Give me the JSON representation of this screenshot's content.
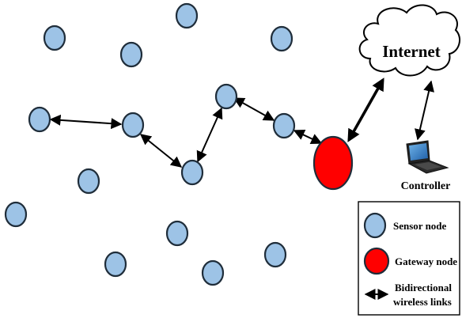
{
  "internet_label": "Internet",
  "controller_label": "Controller",
  "legend": {
    "sensor_label": "Sensor node",
    "gateway_label": "Gateway node",
    "link_label_line1": "Bidirectional",
    "link_label_line2": "wireless links"
  },
  "colors": {
    "sensor_fill": "#9dc3e6",
    "gateway_fill": "#ff0000",
    "outline": "#1f2d3a"
  },
  "icons": {
    "controller": "laptop-icon",
    "internet": "cloud-icon"
  }
}
